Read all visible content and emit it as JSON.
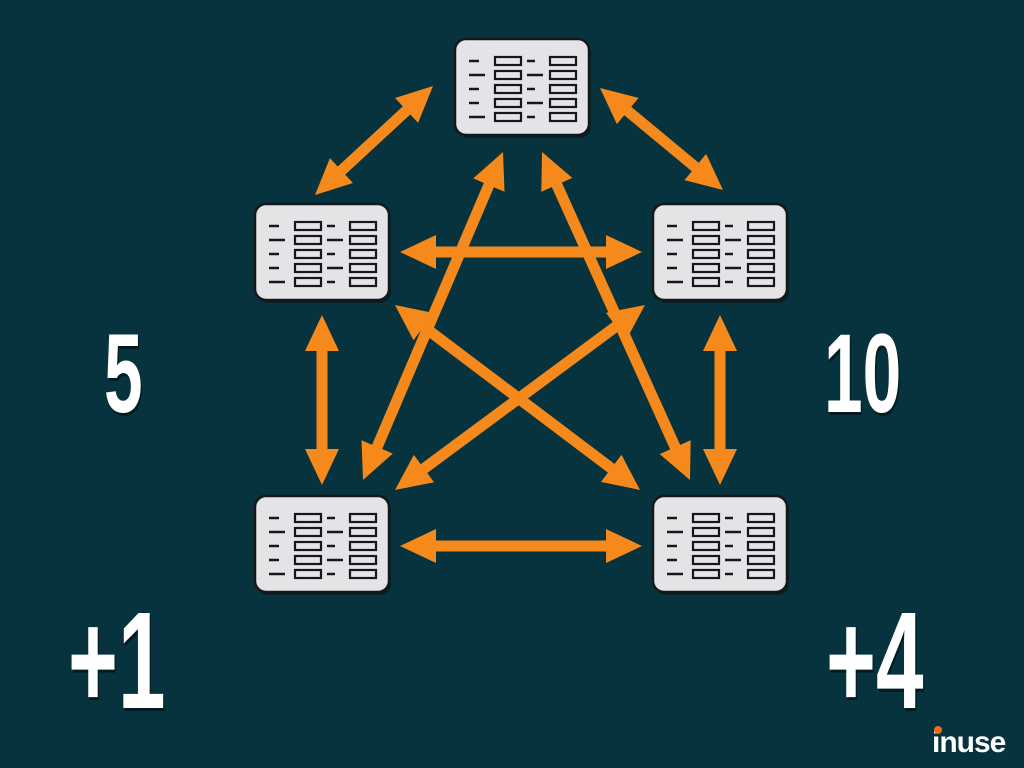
{
  "colors": {
    "background": "#06333d",
    "arrow": "#f5891b",
    "card_fill": "#e4e4e6",
    "card_stroke": "#15181a",
    "text": "#ffffff",
    "logo_accent": "#f26a21"
  },
  "labels": {
    "left_count": "5",
    "right_count": "10",
    "left_increment": "+1",
    "right_increment": "+4"
  },
  "logo": {
    "text": "inuse"
  },
  "diagram": {
    "nodes": [
      {
        "id": "top",
        "icon": "data-table-icon"
      },
      {
        "id": "upper-left",
        "icon": "data-table-icon"
      },
      {
        "id": "upper-right",
        "icon": "data-table-icon"
      },
      {
        "id": "lower-left",
        "icon": "data-table-icon"
      },
      {
        "id": "lower-right",
        "icon": "data-table-icon"
      }
    ],
    "connections": [
      [
        "top",
        "upper-left"
      ],
      [
        "top",
        "upper-right"
      ],
      [
        "top",
        "lower-left"
      ],
      [
        "top",
        "lower-right"
      ],
      [
        "upper-left",
        "upper-right"
      ],
      [
        "upper-left",
        "lower-left"
      ],
      [
        "upper-left",
        "lower-right"
      ],
      [
        "upper-right",
        "lower-left"
      ],
      [
        "upper-right",
        "lower-right"
      ],
      [
        "lower-left",
        "lower-right"
      ]
    ]
  }
}
